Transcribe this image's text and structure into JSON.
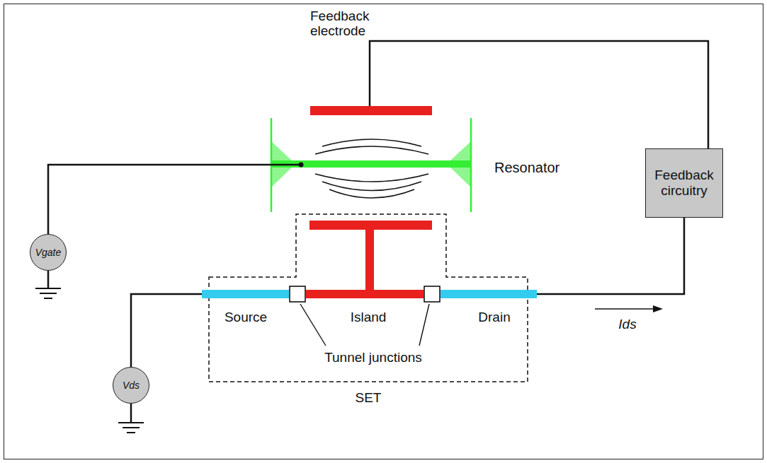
{
  "diagram": {
    "nodes": [
      {
        "text": [
          "Feedback circuitry"
        ]
      },
      {
        "text": [
          "Vgate"
        ]
      },
      {
        "text": [
          "Vds"
        ]
      }
    ],
    "labels": [
      "Feedback electrode",
      "Resonator",
      "Source",
      "Island",
      "Drain",
      "Tunnel junctions",
      "SET",
      "Ids"
    ]
  }
}
